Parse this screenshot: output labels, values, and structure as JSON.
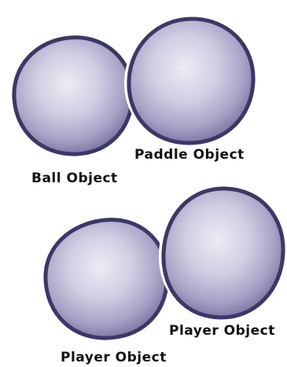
{
  "objects": {
    "ball": {
      "label": "Ball Object"
    },
    "paddle": {
      "label": "Paddle Object"
    },
    "player_one": {
      "label": "Player Object"
    },
    "player_two": {
      "label": "Player Object"
    }
  },
  "colors": {
    "circle_fill_center": "#e8e8f2",
    "circle_fill_mid": "#b8b6d2",
    "circle_fill_edge": "#8a86b0",
    "circle_rim": "#3c3866",
    "label_text": "#111111",
    "background": "#ffffff"
  }
}
